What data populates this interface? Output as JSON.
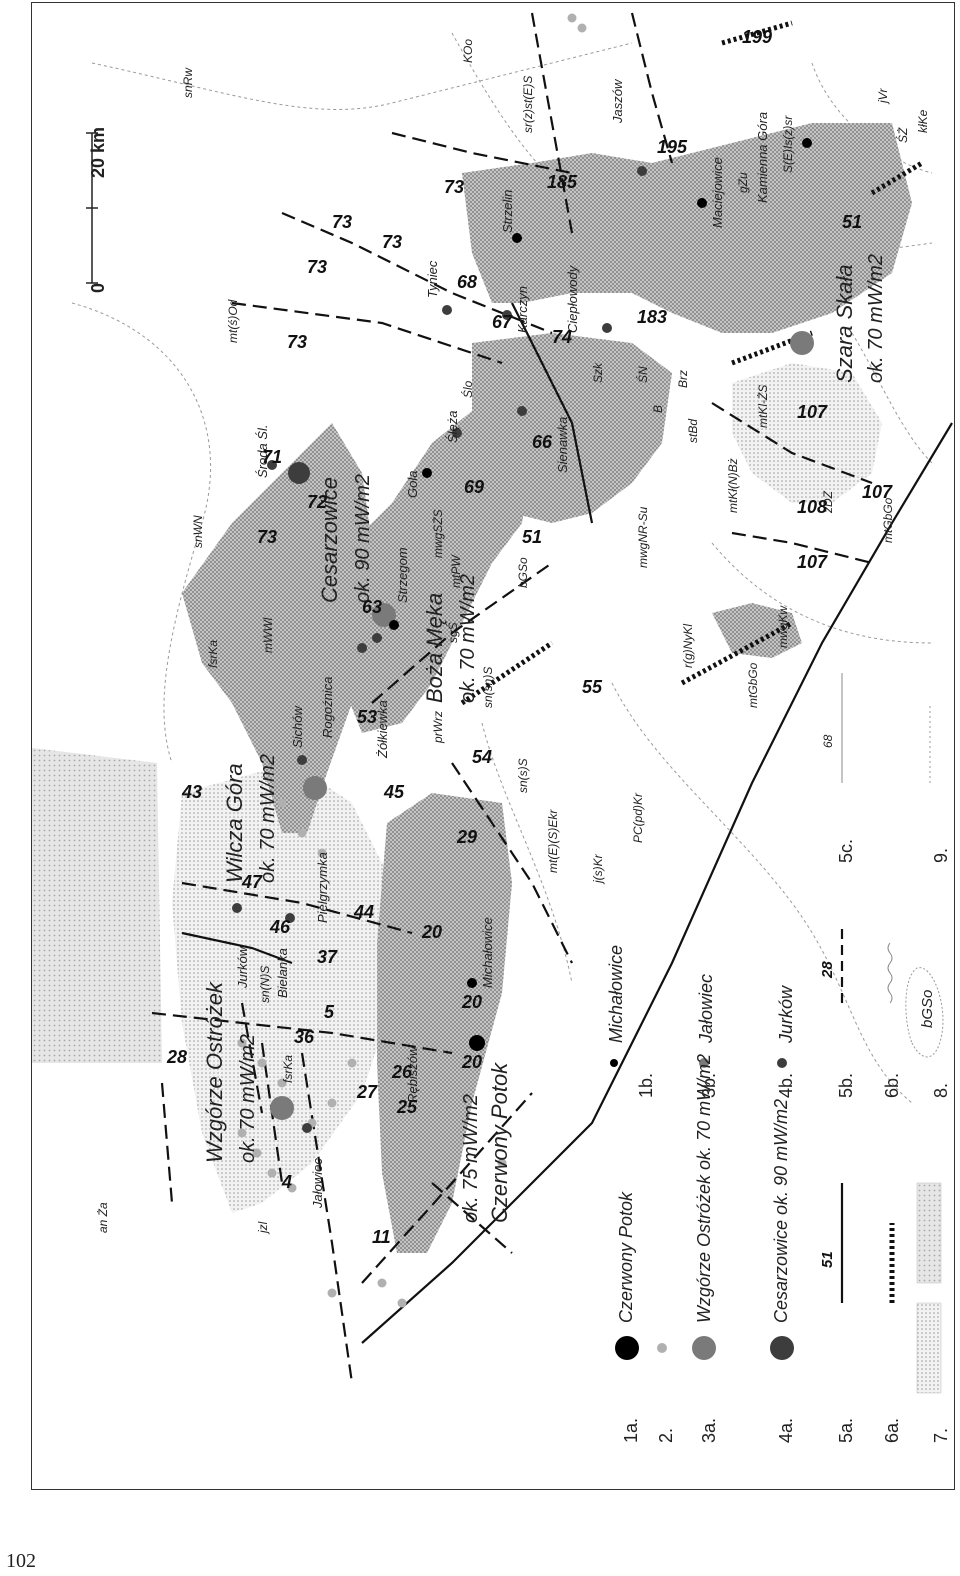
{
  "scale_bar": {
    "zero": "0",
    "length": "20 km"
  },
  "regions": [
    {
      "name": "Wzgórze Ostróżek",
      "flux": "ok. 70 mW/m2"
    },
    {
      "name": "Wilcza Góra",
      "flux": "ok. 70 mW/m2"
    },
    {
      "name": "Cesarzowice",
      "flux": "ok. 90 mW/m2"
    },
    {
      "name": "Boża Męka",
      "flux": "ok. 70 mW/m2"
    },
    {
      "name": "Czerwony Potok",
      "flux": "ok. 75 mW/m2"
    },
    {
      "name": "Szara Skała",
      "flux": "ok. 70 mW/m2"
    }
  ],
  "place_names": [
    "Jurków",
    "Bielanka",
    "Jałowiec",
    "Rębiszów",
    "Sichów",
    "Rogoźnica",
    "Żółkiewka",
    "Pielgrzymka",
    "Strzegom",
    "Środa Śl.",
    "Gola",
    "Tyniec",
    "Strzelin",
    "Karczyn",
    "Ciepłowody",
    "Ślęża",
    "Sienawka",
    "Maciejowice",
    "Kamienna Góra",
    "Michałowice",
    "Jaszów"
  ],
  "unit_labels": [
    "an Ża",
    "snRw",
    "mt(ś)Od",
    "snWN",
    "fsrKa",
    "mWWl",
    "mwgSŻS",
    "mtPW",
    "sgŚ",
    "sn(sn)S",
    "bGSo",
    "prWrz",
    "mwgNR-Su",
    "r(g)NyKl",
    "mtGbGo",
    "mwgKw",
    "zDZ",
    "mtGbGo",
    "mtKł(N)Bż",
    "mtKl-ŻS",
    "stBd",
    "KOo",
    "sr(z)st(E)S",
    "jVr",
    "kłKe",
    "S(E)Is(z)sr",
    "ŚŻ",
    "gZu",
    "sn(N)S",
    "jzl",
    "fsrKa",
    "mt(E)(S)Ekr",
    "j(s)Kr",
    "PC(pd)Kr",
    "sn(s)S",
    "Ślo",
    "Szk",
    "ŚN",
    "Brz",
    "B"
  ],
  "fault_numbers": [
    "4",
    "5",
    "11",
    "20",
    "20",
    "20",
    "25",
    "26",
    "27",
    "28",
    "29",
    "36",
    "37",
    "43",
    "44",
    "45",
    "46",
    "47",
    "51",
    "51",
    "53",
    "54",
    "55",
    "63",
    "66",
    "67",
    "68",
    "69",
    "71",
    "72",
    "73",
    "73",
    "73",
    "73",
    "73",
    "73",
    "74",
    "107",
    "107",
    "107",
    "108",
    "183",
    "185",
    "195",
    "199"
  ],
  "legend": {
    "items": [
      {
        "key": "1a.",
        "label": "Czerwony Potok"
      },
      {
        "key": "1b.",
        "label": "Michałowice"
      },
      {
        "key": "2.",
        "label": ""
      },
      {
        "key": "3a.",
        "label": "Wzgórze Ostróżek ok. 70 mW/m2"
      },
      {
        "key": "3b.",
        "label": "Jałowiec"
      },
      {
        "key": "4a.",
        "label": "Cesarzowice ok. 90 mW/m2"
      },
      {
        "key": "4b.",
        "label": "Jurków"
      },
      {
        "key": "5a.",
        "label": "51"
      },
      {
        "key": "5b.",
        "label": "28"
      },
      {
        "key": "5c.",
        "label": "68"
      },
      {
        "key": "6a.",
        "label": ""
      },
      {
        "key": "6b.",
        "label": ""
      },
      {
        "key": "7.",
        "label": ""
      },
      {
        "key": "8.",
        "label": "bGSo"
      },
      {
        "key": "9.",
        "label": ""
      }
    ]
  },
  "colors": {
    "frame": "#333333",
    "stipple_dark": "#9b9b9b",
    "stipple_light": "#d6d6d6",
    "point_light": "#b0b0b0",
    "point_mid": "#7a7a7a",
    "point_dark": "#3d3d3d",
    "point_black": "#000000"
  },
  "page_number": "102"
}
